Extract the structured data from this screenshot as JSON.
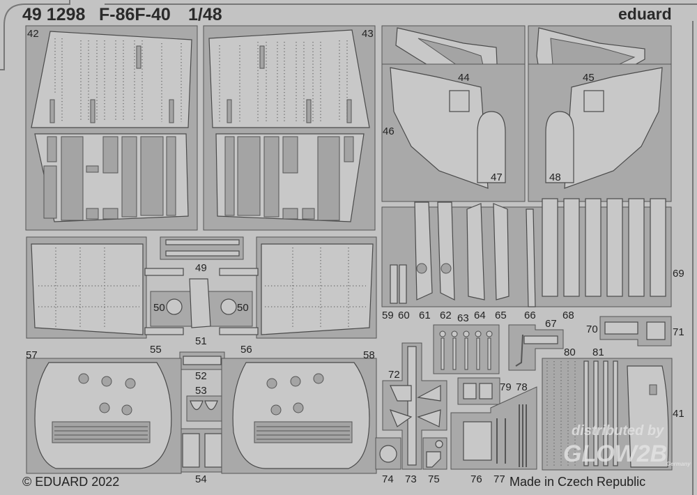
{
  "header": {
    "product_code": "49 1298",
    "model": "F-86F-40",
    "scale": "1/48",
    "brand": "eduard"
  },
  "footer": {
    "copyright": "© EDUARD 2022",
    "origin": "Made in Czech Republic"
  },
  "watermark": {
    "line1": "distributed by",
    "line2": "GLOW2B",
    "line3": "Germany"
  },
  "colors": {
    "sheet": "#c3c3c3",
    "frame": "#a9a9a9",
    "part": "#c8c8c8",
    "outline": "#4a4a4a"
  },
  "part_numbers": [
    "42",
    "43",
    "44",
    "45",
    "46",
    "47",
    "48",
    "49",
    "50",
    "50",
    "51",
    "52",
    "53",
    "54",
    "55",
    "56",
    "57",
    "58",
    "59",
    "60",
    "61",
    "62",
    "63",
    "64",
    "65",
    "66",
    "67",
    "68",
    "69",
    "70",
    "71",
    "72",
    "73",
    "74",
    "75",
    "76",
    "77",
    "78",
    "79",
    "80",
    "81",
    "41"
  ]
}
